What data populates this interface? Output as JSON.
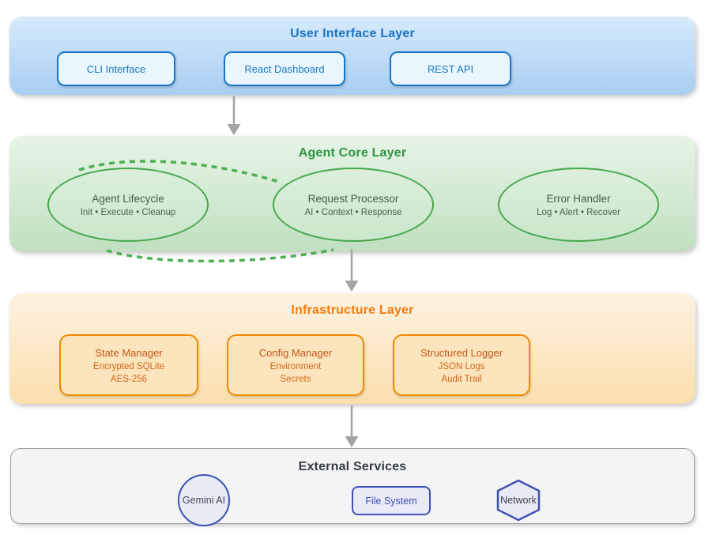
{
  "diagram": {
    "layers": {
      "ui": {
        "title": "User Interface Layer",
        "nodes": [
          {
            "label": "CLI Interface"
          },
          {
            "label": "React Dashboard"
          },
          {
            "label": "REST API"
          }
        ]
      },
      "agent": {
        "title": "Agent Core Layer",
        "nodes": [
          {
            "title": "Agent Lifecycle",
            "subtitle": "Init • Execute • Cleanup"
          },
          {
            "title": "Request Processor",
            "subtitle": "AI • Context • Response"
          },
          {
            "title": "Error Handler",
            "subtitle": "Log • Alert • Recover"
          }
        ]
      },
      "infra": {
        "title": "Infrastructure Layer",
        "nodes": [
          {
            "title": "State Manager",
            "lines": [
              "Encrypted SQLite",
              "AES-256"
            ]
          },
          {
            "title": "Config Manager",
            "lines": [
              "Environment",
              "Secrets"
            ]
          },
          {
            "title": "Structured Logger",
            "lines": [
              "JSON Logs",
              "Audit Trail"
            ]
          }
        ]
      },
      "external": {
        "title": "External Services",
        "nodes": [
          {
            "label": "Gemini AI",
            "shape": "circle"
          },
          {
            "label": "File System",
            "shape": "rounded-rect"
          },
          {
            "label": "Network",
            "shape": "hexagon"
          }
        ]
      }
    },
    "colors": {
      "ui_title": "#1b74c5",
      "ui_node_border": "#1878c8",
      "agent_title": "#2e9444",
      "agent_node_border": "#46a74e",
      "infra_title": "#ed7d14",
      "infra_node_border": "#f08c00",
      "external_title": "#343b44",
      "external_node_border": "#3f51b5",
      "arrow": "#a3a3a3",
      "dashed_link": "#4caf50"
    }
  }
}
